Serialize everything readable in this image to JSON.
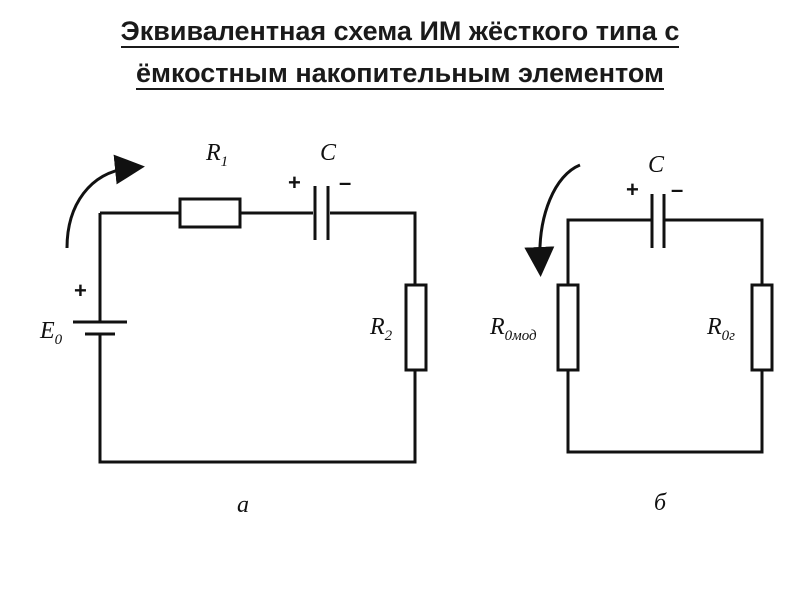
{
  "title": {
    "line1": "Эквивалентная схема ИМ жёсткого типа с",
    "line2": "ёмкостным накопительным элементом"
  },
  "circuit_a": {
    "caption": "а",
    "source": {
      "symbol": "E",
      "sub": "0",
      "sign": "+"
    },
    "r1": {
      "symbol": "R",
      "sub": "1"
    },
    "capacitor": {
      "symbol": "C",
      "plus": "+",
      "minus": "–"
    },
    "r2": {
      "symbol": "R",
      "sub": "2"
    }
  },
  "circuit_b": {
    "caption": "б",
    "capacitor": {
      "symbol": "C",
      "plus": "+",
      "minus": "–"
    },
    "r_left": {
      "symbol": "R",
      "sub": "0мод"
    },
    "r_right": {
      "symbol": "R",
      "sub": "0г"
    }
  },
  "colors": {
    "ink": "#111111",
    "background": "#ffffff"
  }
}
